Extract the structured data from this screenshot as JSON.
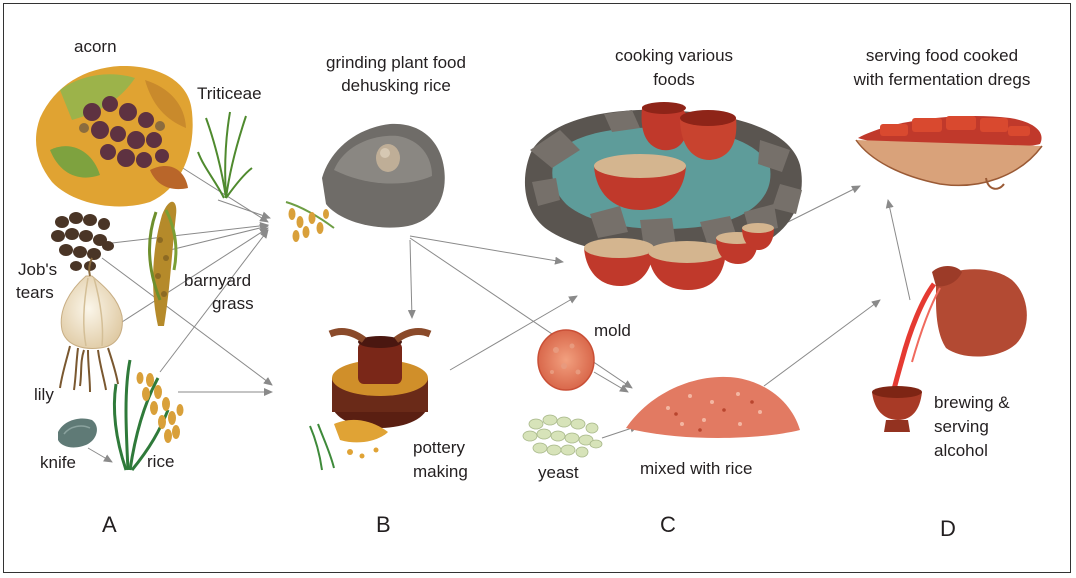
{
  "labels": {
    "acorn": "acorn",
    "triticeae": "Triticeae",
    "jobs_tears_1": "Job's",
    "jobs_tears_2": "tears",
    "barnyard_1": "barnyard",
    "barnyard_2": "grass",
    "lily": "lily",
    "knife": "knife",
    "rice": "rice",
    "grinding_1": "grinding plant food",
    "grinding_2": "dehusking rice",
    "pottery_1": "pottery",
    "pottery_2": "making",
    "cooking_1": "cooking various",
    "cooking_2": "foods",
    "mold": "mold",
    "yeast": "yeast",
    "mixed": "mixed with rice",
    "serving_1": "serving food cooked",
    "serving_2": "with fermentation dregs",
    "brewing_1": "brewing &",
    "brewing_2": "serving",
    "brewing_3": "alcohol"
  },
  "panels": [
    "A",
    "B",
    "C",
    "D"
  ],
  "colors": {
    "arrow": "#8a8a8a",
    "pottery_red": "#c0392b",
    "stone_gray": "#7b7873",
    "water": "#5e9c9a",
    "grain_gold": "#d9a03a"
  },
  "icons": [
    "acorn-cluster",
    "triticeae-plant",
    "jobs-tears-seeds",
    "barnyard-grass-plant",
    "lily-bulb",
    "stone-knife",
    "rice-plant",
    "grinding-stone",
    "grain-sprig",
    "potters-wheel",
    "stone-hearth",
    "mold-culture",
    "yeast-grains",
    "fermented-rice-pile",
    "serving-basin",
    "alcohol-jug",
    "drinking-cup"
  ]
}
